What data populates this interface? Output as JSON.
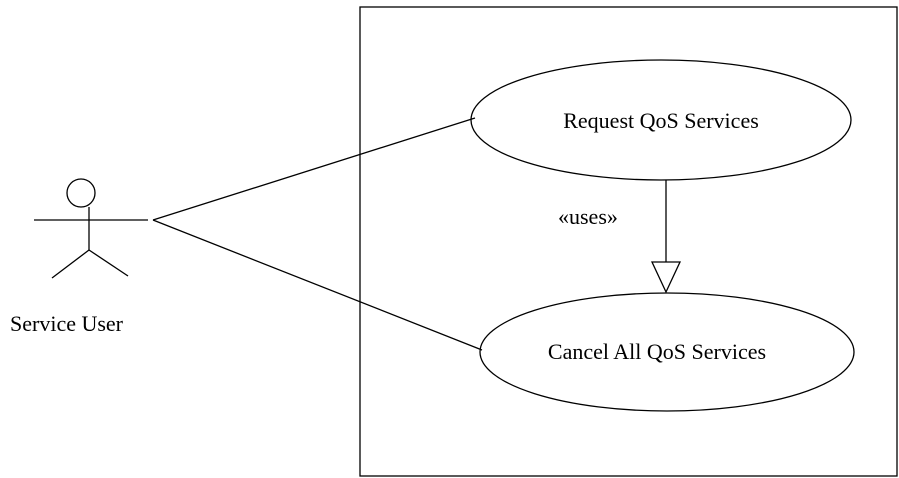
{
  "actor": {
    "name": "Service User"
  },
  "use_cases": [
    {
      "label": "Request QoS Services"
    },
    {
      "label": "Cancel All QoS Services"
    }
  ],
  "relationship": {
    "stereotype": "«uses»"
  }
}
